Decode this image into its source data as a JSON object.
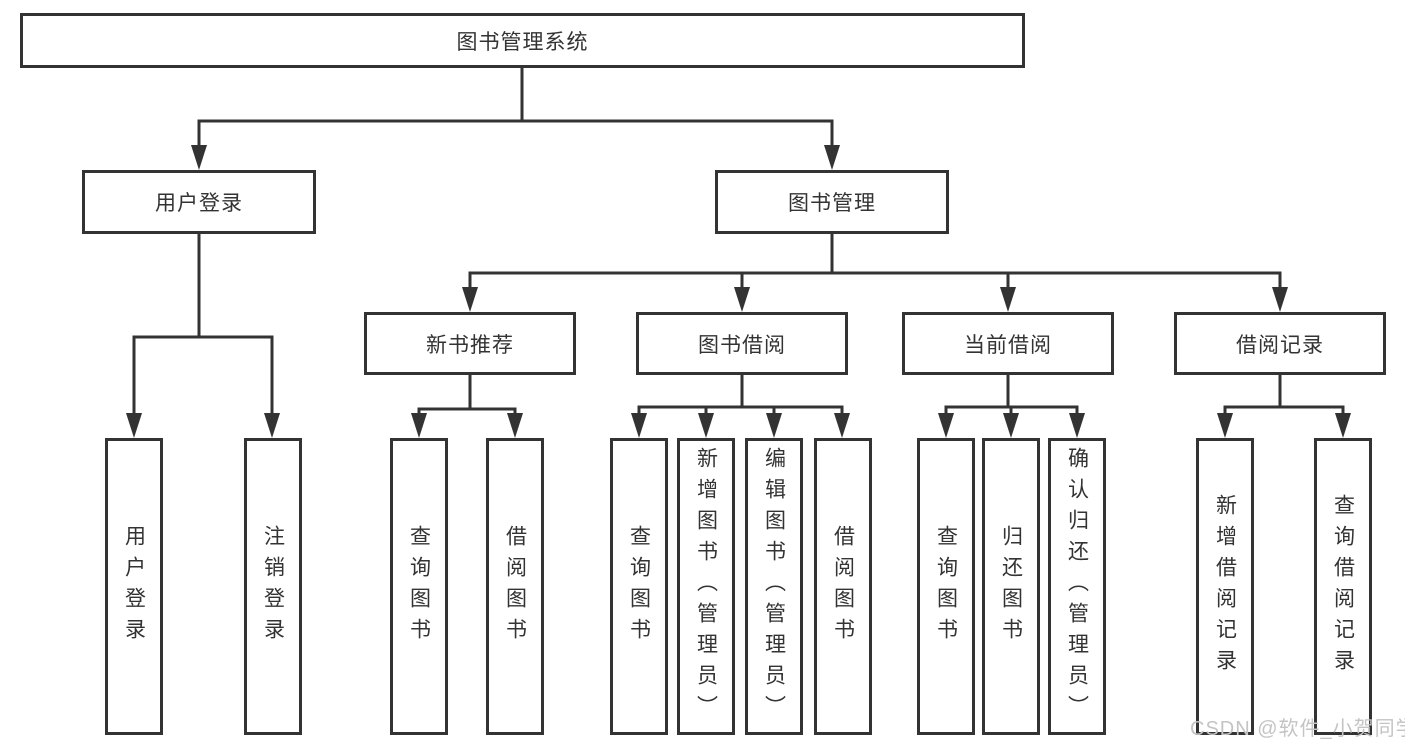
{
  "colors": {
    "background": "#ffffff",
    "line": "#333333",
    "box_border": "#333333",
    "text": "#333333",
    "watermark": "#c4c4c4"
  },
  "diagram": {
    "root": "图书管理系统",
    "branches": [
      {
        "label": "用户登录",
        "children": [
          "用户登录",
          "注销登录"
        ]
      },
      {
        "label": "图书管理",
        "sections": [
          {
            "label": "新书推荐",
            "children": [
              "查询图书",
              "借阅图书"
            ]
          },
          {
            "label": "图书借阅",
            "children": [
              "查询图书",
              "新增图书（管理员）",
              "编辑图书（管理员）",
              "借阅图书"
            ]
          },
          {
            "label": "当前借阅",
            "children": [
              "查询图书",
              "归还图书",
              "确认归还（管理员）"
            ]
          },
          {
            "label": "借阅记录",
            "children": [
              "新增借阅记录",
              "查询借阅记录"
            ]
          }
        ]
      }
    ]
  },
  "watermark": {
    "text": "CSDN @软件_小贺同学"
  }
}
